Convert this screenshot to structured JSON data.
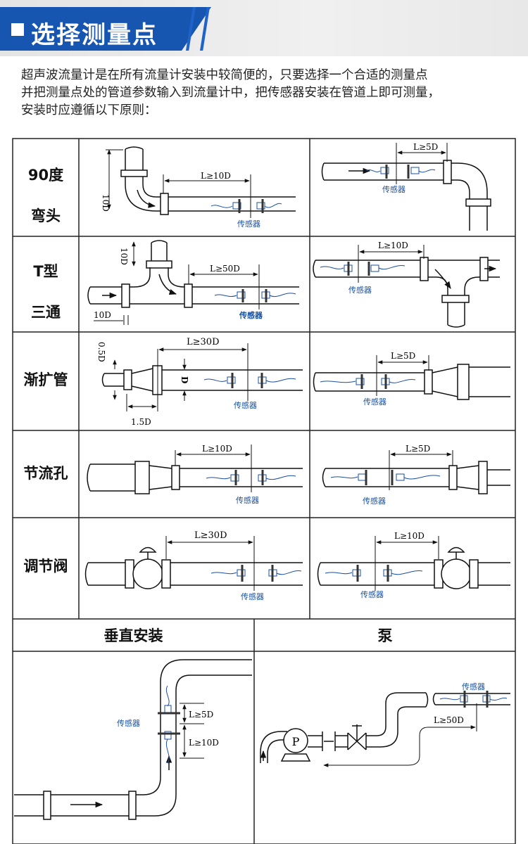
{
  "header": {
    "title": "选择测量点",
    "accent_color": "#1655b0"
  },
  "intro": {
    "lines": [
      "超声波流量计是在所有流量计安装中较简便的，只要选择一个合适的测量点",
      "并把测量点处的管道参数输入到流量计中，把传感器安装在管道上即可测量，",
      "安装时应遵循以下原则："
    ]
  },
  "rows": [
    {
      "label_lines": [
        "90度",
        "弯头"
      ]
    },
    {
      "label_lines": [
        "T型",
        "三通"
      ]
    },
    {
      "label_lines": [
        "渐扩管"
      ]
    },
    {
      "label_lines": [
        "节流孔"
      ]
    },
    {
      "label_lines": [
        "调节阀"
      ]
    }
  ],
  "sections": {
    "vertical": "垂直安装",
    "pump": "泵"
  },
  "annotations": {
    "sensor": "传感器",
    "elbow_left_dist": "L≥10D",
    "elbow_left_dim": "10D",
    "elbow_right_dist": "L≥5D",
    "tee_left_dist": "L≥50D",
    "tee_left_dim_v": "10D",
    "tee_left_dim_h": "10D",
    "tee_right_dist": "L≥10D",
    "expander_left_dist": "L≥30D",
    "expander_left_dim_v": "0.5D",
    "expander_left_dim_h": "1.5D",
    "expander_left_d": "D",
    "expander_right_dist": "L≥5D",
    "orifice_left_dist": "L≥10D",
    "orifice_right_dist": "L≥5D",
    "valve_left_dist": "L≥30D",
    "valve_right_dist": "L≥10D",
    "vertical_up": "L≥5D",
    "vertical_down": "L≥10D",
    "pump_dist": "L≥50D",
    "pump_symbol": "P"
  }
}
